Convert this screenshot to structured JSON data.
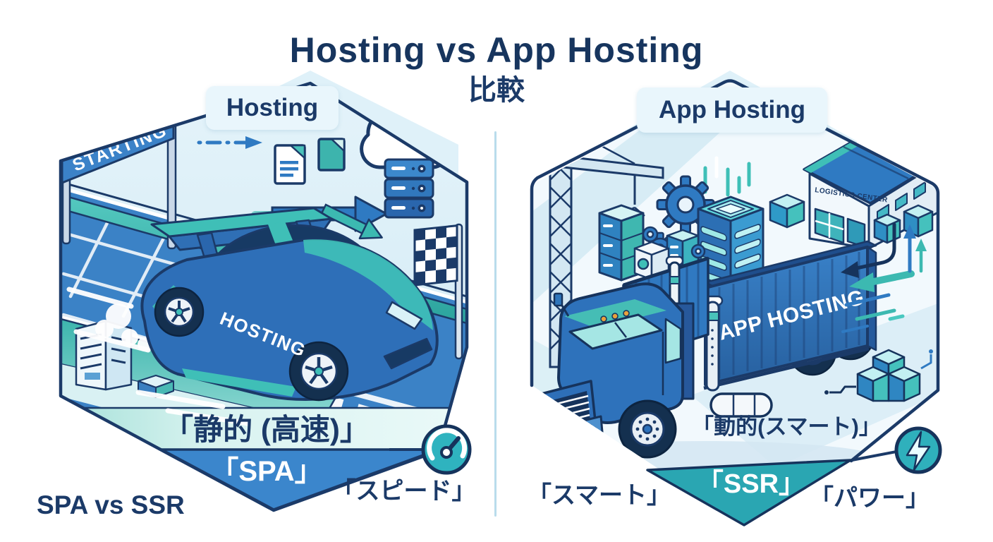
{
  "title": "Hosting vs App Hosting",
  "subtitle": "比較",
  "footer": "SPA vs SSR",
  "left_panel": {
    "label": "Hosting",
    "banner": "STARTING",
    "car_text": "HOSTING",
    "band_label": "「静的 (高速)」",
    "triangle_label": "「SPA」",
    "caption": "「スピード」",
    "badge_icon": "speedometer"
  },
  "right_panel": {
    "label": "App Hosting",
    "container_text": "APP HOSTING",
    "warehouse_sign": "LOGISTICS CENTER",
    "band_label": "「動的(スマート)」",
    "triangle_label": "「SSR」",
    "caption_left": "「スマート」",
    "caption_right": "「パワー」",
    "badge_icon": "lightning"
  },
  "colors": {
    "navy": "#1b3a68",
    "blue": "#2f7ac2",
    "teal": "#35b5ae",
    "light_blue": "#d8edf8",
    "mint": "#d9f2ef",
    "white": "#ffffff"
  }
}
